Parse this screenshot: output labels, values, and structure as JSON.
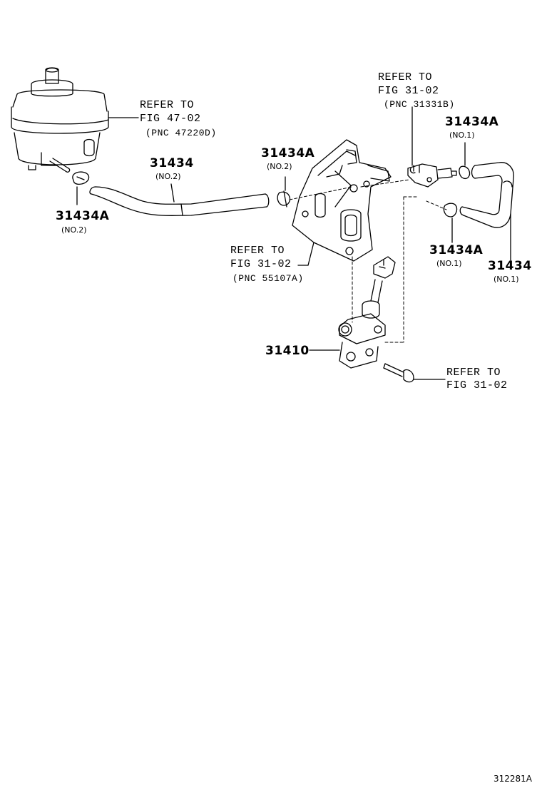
{
  "labels": {
    "reservoir_ref": [
      "REFER TO",
      "FIG 47-02",
      "(PNC 47220D)"
    ],
    "hose_center": {
      "part": "31434",
      "sub": "(NO.2)"
    },
    "clamp_left": {
      "part": "31434A",
      "sub": "(NO.2)"
    },
    "clamp_center": {
      "part": "31434A",
      "sub": "(NO.2)"
    },
    "bracket_ref": [
      "REFER TO",
      "FIG 31-02",
      "(PNC 55107A)"
    ],
    "switch_ref": [
      "REFER TO",
      "FIG 31-02",
      "(PNC 31331B)"
    ],
    "clamp_top_right": {
      "part": "31434A",
      "sub": "(NO.1)"
    },
    "clamp_bottom_right": {
      "part": "31434A",
      "sub": "(NO.1)"
    },
    "hose_right": {
      "part": "31434",
      "sub": "(NO.1)"
    },
    "master_cylinder": {
      "part": "31410"
    },
    "bolt_ref": [
      "REFER TO",
      "FIG 31-02"
    ],
    "figure_code": "312281A"
  }
}
